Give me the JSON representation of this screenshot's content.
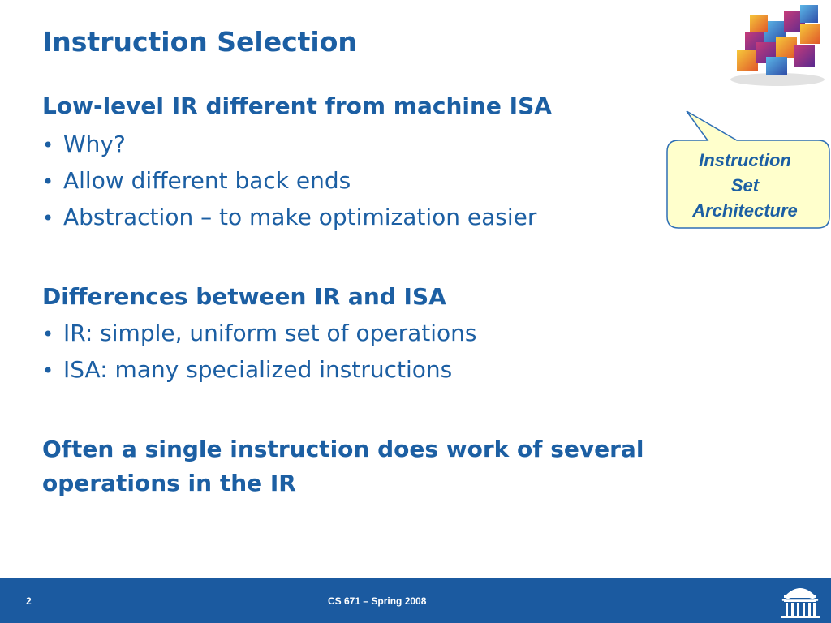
{
  "slide": {
    "title": "Instruction Selection",
    "sections": [
      {
        "heading": "Low-level IR different from machine ISA",
        "bullets": [
          "Why?",
          "Allow different back ends",
          "Abstraction – to make optimization easier"
        ]
      },
      {
        "heading": "Differences between IR and ISA",
        "bullets": [
          "IR: simple, uniform set of operations",
          "ISA: many specialized instructions"
        ]
      },
      {
        "heading_lines": [
          "Often a single instruction does work of several",
          "operations in the IR"
        ]
      }
    ],
    "bullet_glyph": "•"
  },
  "callout": {
    "lines": [
      "Instruction",
      "Set",
      "Architecture"
    ]
  },
  "footer": {
    "page_number": "2",
    "course": "CS 671 – Spring 2008"
  },
  "colors": {
    "text": "#1c5fa3",
    "footer_bg": "#1b5aa0",
    "callout_fill": "#ffffcc",
    "callout_border": "#2e6fb5"
  },
  "icons": {
    "logo": "colored-cubes-logo-icon",
    "footer_logo": "rotunda-icon"
  }
}
